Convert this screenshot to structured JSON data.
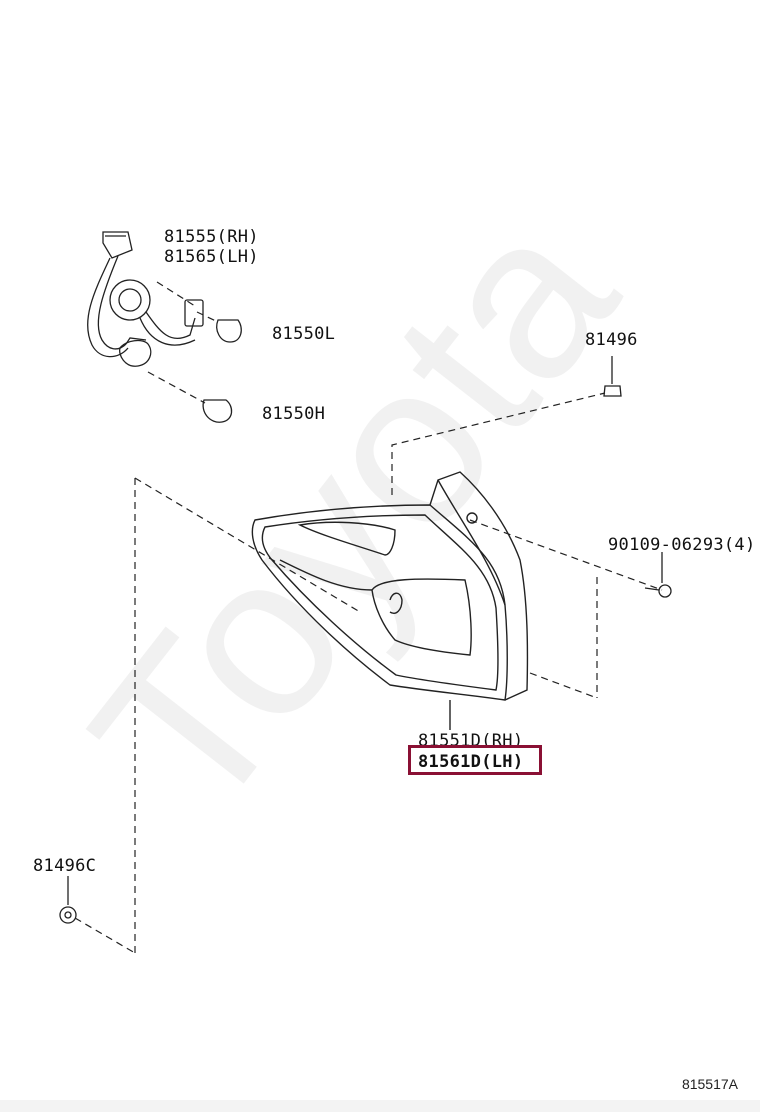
{
  "parts": {
    "socket_rh": "81555(RH)",
    "socket_lh": "81565(LH)",
    "bulb_l": "81550L",
    "bulb_h": "81550H",
    "clip_top": "81496",
    "screw": "90109-06293(4)",
    "lamp_rh": "81551D(RH)",
    "lamp_lh": "81561D(LH)",
    "clip_bottom": "81496C"
  },
  "diagram_code": "815517A",
  "watermark": "Toyota",
  "colors": {
    "highlight": "#8a1034",
    "line": "#222222"
  }
}
